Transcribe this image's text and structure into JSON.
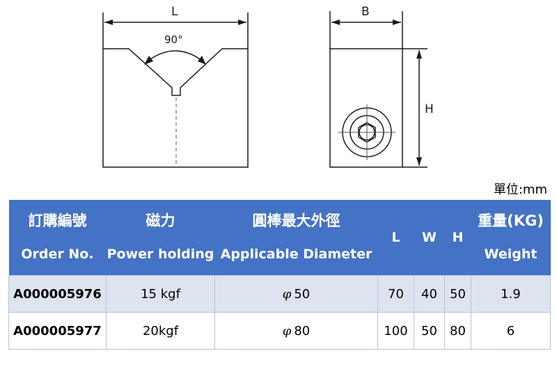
{
  "drawing": {
    "front_length_label": "L",
    "front_angle_label": "90°",
    "side_width_label": "B",
    "side_height_label": "H"
  },
  "unit_label": "單位:mm",
  "table": {
    "headers": {
      "order_zh": "訂購編號",
      "order_en": "Order No.",
      "power_zh": "磁力",
      "power_en": "Power holding",
      "diam_zh": "圓棒最大外徑",
      "diam_en": "Applicable Diameter",
      "l": "L",
      "w": "W",
      "h": "H",
      "weight_zh": "重量(KG)",
      "weight_en": "Weight"
    },
    "rows": [
      {
        "order": "A000005976",
        "power": "15 kgf",
        "phi": "φ",
        "diameter": "50",
        "l": "70",
        "w": "40",
        "h": "50",
        "weight": "1.9"
      },
      {
        "order": "A000005977",
        "power": "20kgf",
        "phi": "φ",
        "diameter": "80",
        "l": "100",
        "w": "50",
        "h": "80",
        "weight": "6"
      }
    ]
  }
}
